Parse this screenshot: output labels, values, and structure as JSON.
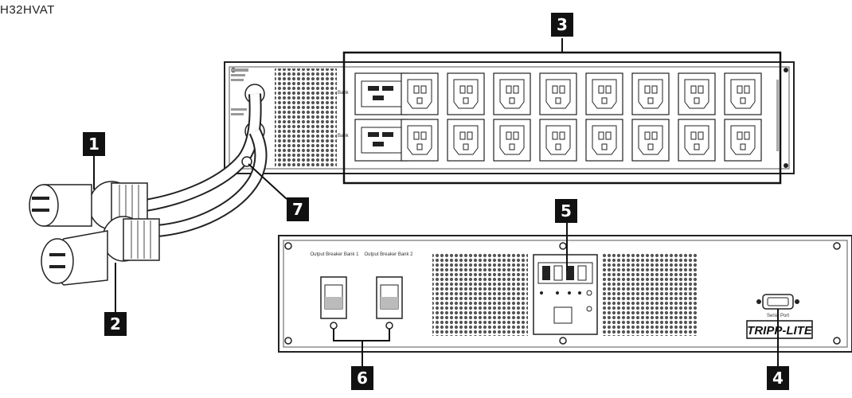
{
  "model_label": "H32HVAT",
  "callouts": [
    "1",
    "2",
    "3",
    "4",
    "5",
    "6",
    "7"
  ],
  "panel_labels": {
    "output_breaker_1": "Output Breaker Bank 1",
    "output_breaker_2": "Output Breaker Bank 2",
    "serial_port": "Serial Port",
    "brand_logo": "TRIPP-LITE"
  },
  "colors": {
    "line": "#222222",
    "callout_bg": "#111111",
    "callout_fg": "#ffffff",
    "grille": "#444444"
  }
}
